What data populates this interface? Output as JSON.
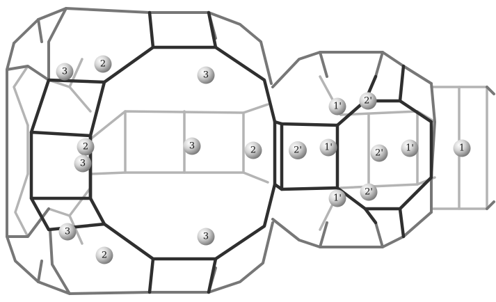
{
  "colors": {
    "background": "#ffffff",
    "frame_back": "#b4b4b4",
    "frame_mid": "#777777",
    "frame_front": "#2f2f2f",
    "sphere_highlight": "#ffffff",
    "sphere_mid": "#cfcfcf",
    "sphere_shadow": "#6e6e6e"
  },
  "sites": [
    {
      "label": "2"
    },
    {
      "label": "3"
    },
    {
      "label": "3"
    },
    {
      "label": "2"
    },
    {
      "label": "3"
    },
    {
      "label": "3"
    },
    {
      "label": "2"
    },
    {
      "label": "3"
    },
    {
      "label": "2"
    },
    {
      "label": "3"
    },
    {
      "label": "2'"
    },
    {
      "label": "1'"
    },
    {
      "label": "1'"
    },
    {
      "label": "2'"
    },
    {
      "label": "2'"
    },
    {
      "label": "1'"
    },
    {
      "label": "1'"
    },
    {
      "label": "2'"
    },
    {
      "label": "1"
    }
  ]
}
